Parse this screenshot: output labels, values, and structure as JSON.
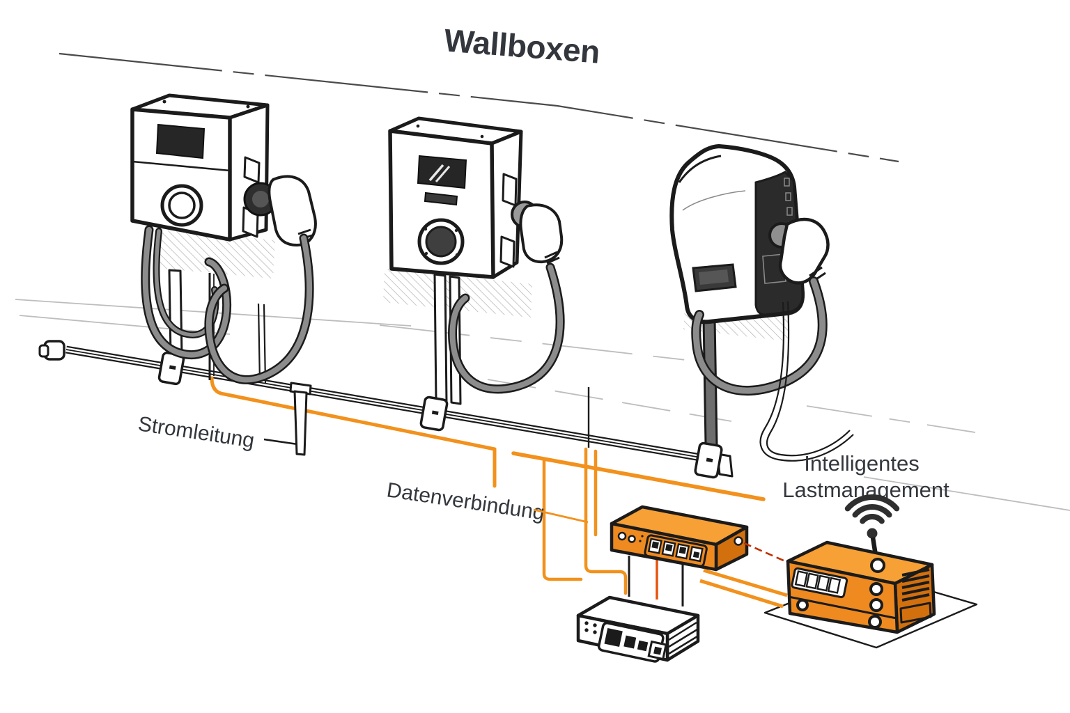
{
  "title": "Wallboxen",
  "labels": {
    "power_line": "Stromleitung",
    "data_connection": "Datenverbindung",
    "load_management": {
      "line1": "Intelligentes",
      "line2": "Lastmanagement"
    }
  },
  "icons": {
    "wifi": "wifi-signal-icon",
    "antenna": "antenna-icon"
  },
  "colors": {
    "background": "#ffffff",
    "outline": "#1b1b1b",
    "accent_orange": "#f2911c",
    "device_orange_front": "#ee8a20",
    "device_orange_side": "#d2700e",
    "device_orange_top": "#f6a035",
    "cable_gray": "#8c8c8c",
    "text": "#33373d",
    "alert_red": "#c23000",
    "faint_line": "#bdbdbd"
  },
  "devices": [
    {
      "id": "wallbox-1",
      "type": "wallbox-with-display-and-knob"
    },
    {
      "id": "wallbox-2",
      "type": "wallbox-with-display-and-socket"
    },
    {
      "id": "wallbox-3",
      "type": "wallbox-rounded-with-holstered-plug"
    },
    {
      "id": "network-switch",
      "type": "orange-ethernet-switch-4-ports"
    },
    {
      "id": "modem",
      "type": "white-modem-4-ports"
    },
    {
      "id": "load-controller",
      "type": "orange-load-management-unit-with-wifi"
    }
  ]
}
